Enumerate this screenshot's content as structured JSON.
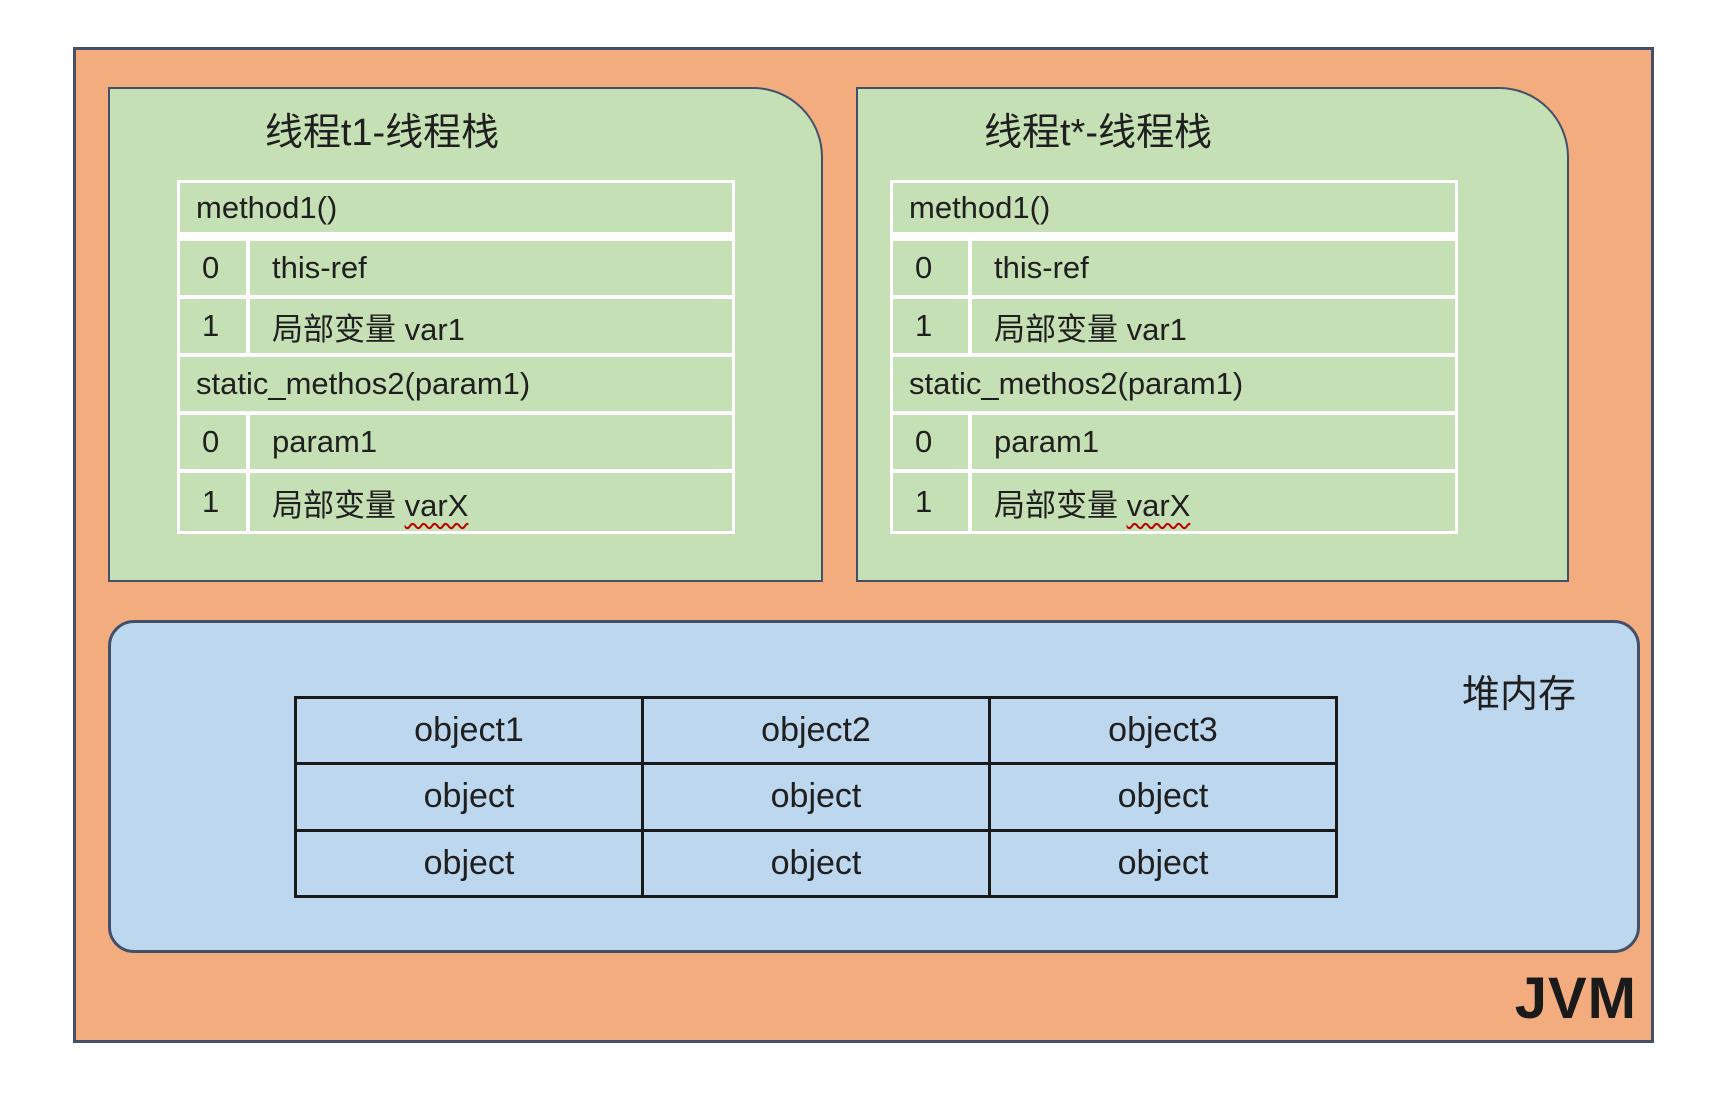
{
  "jvm": {
    "label": "JVM"
  },
  "colors": {
    "outer_background": "#F2AC7E",
    "stack_background": "#C5E0B4",
    "heap_background": "#BDD7EE",
    "outline": "#44506A",
    "stack_gridlines": "#FFFFFF",
    "heap_gridlines": "#1A1A1A",
    "text": "#1F1F1F",
    "spellcheck_squiggle": "#C00000"
  },
  "stacks": [
    {
      "title": "线程t1-线程栈",
      "rows": [
        {
          "type": "frame_header",
          "text": "method1()"
        },
        {
          "type": "slot",
          "index": "0",
          "value": "this-ref"
        },
        {
          "type": "slot",
          "index": "1",
          "value": "局部变量 var1"
        },
        {
          "type": "frame_header",
          "text": "static_methos2(param1)"
        },
        {
          "type": "slot",
          "index": "0",
          "value": "param1"
        },
        {
          "type": "slot",
          "index": "1",
          "value_main": "局部变量 ",
          "value_mark": "varX"
        }
      ]
    },
    {
      "title": "线程t*-线程栈",
      "rows": [
        {
          "type": "frame_header",
          "text": "method1()"
        },
        {
          "type": "slot",
          "index": "0",
          "value": "this-ref"
        },
        {
          "type": "slot",
          "index": "1",
          "value": "局部变量 var1"
        },
        {
          "type": "frame_header",
          "text": "static_methos2(param1)"
        },
        {
          "type": "slot",
          "index": "0",
          "value": "param1"
        },
        {
          "type": "slot",
          "index": "1",
          "value_main": "局部变量 ",
          "value_mark": "varX"
        }
      ]
    }
  ],
  "heap": {
    "label": "堆内存",
    "table": {
      "header": [
        "object1",
        "object2",
        "object3"
      ],
      "rows": [
        [
          "object",
          "object",
          "object"
        ],
        [
          "object",
          "object",
          "object"
        ]
      ]
    }
  }
}
